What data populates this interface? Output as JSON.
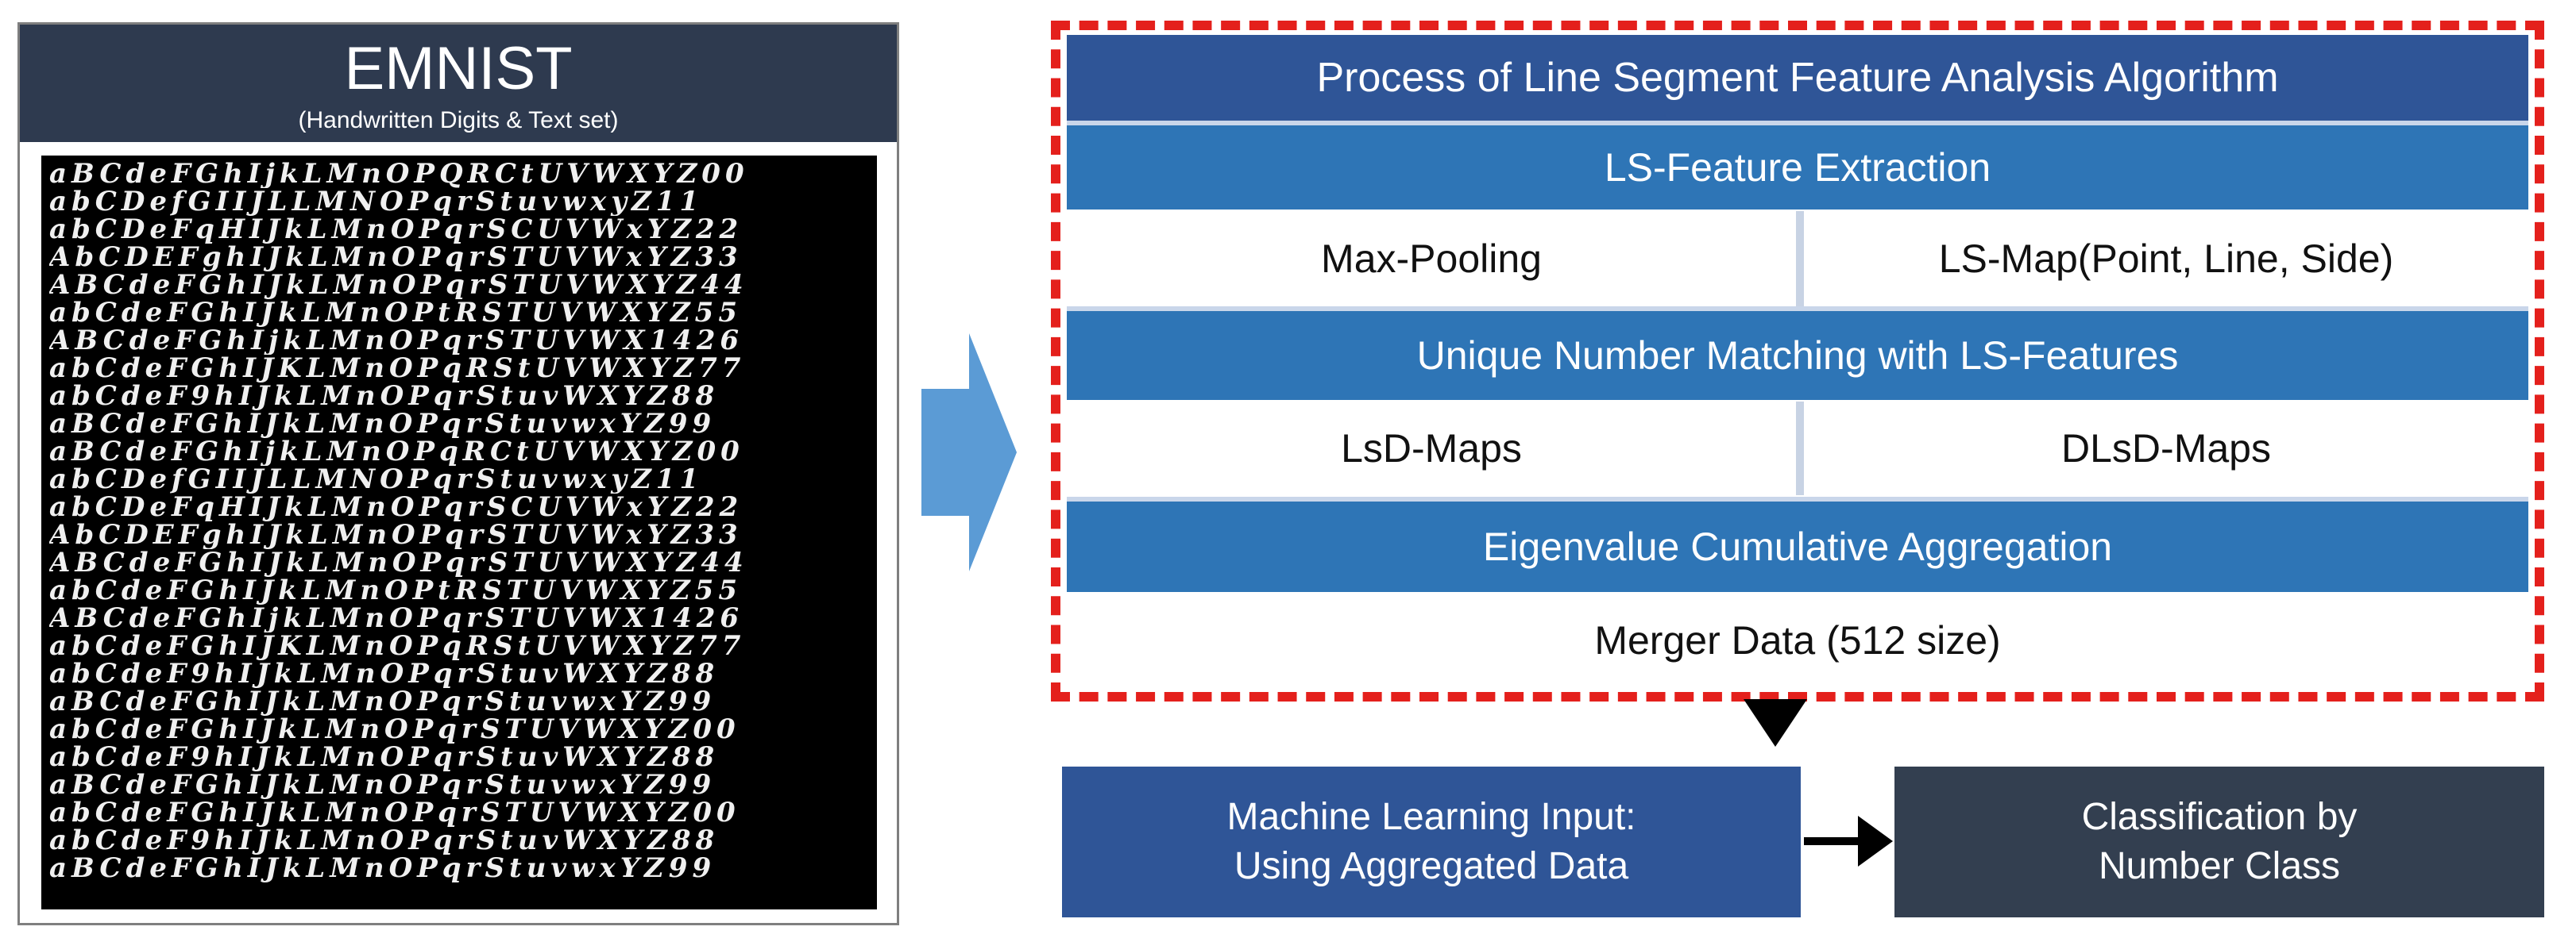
{
  "emnist": {
    "title": "EMNIST",
    "subtitle": "(Handwritten Digits & Text set)",
    "sample_rows": [
      "aBCdeFGhIjkLMnOPQRCtUVWXYZ00",
      "abCDefGIIJLLMNOPqrStuvwxyZ11",
      "abCDeFqHIJkLMnOPqrSCUVWxYZ22",
      "AbCDEFghIJkLMnOPqrSTUVWxYZ33",
      "ABCdeFGhIJkLMnOPqrSTUVWXYZ44",
      "abCdeFGhIJkLMnOPtRSTUVWXYZ55",
      "ABCdeFGhIjkLMnOPqrSTUVWX1426",
      "abCdeFGhIJKLMnOPqRStUVWXYZ77",
      "abCdeF9hIJkLMnOPqrStuvWXYZ88",
      "aBCdeFGhIJkLMnOPqrStuvwxYZ99",
      "aBCdeFGhIjkLMnOPqRCtUVWXYZ00",
      "abCDefGIIJLLMNOPqrStuvwxyZ11",
      "abCDeFqHIJkLMnOPqrSCUVWxYZ22",
      "AbCDEFghIJkLMnOPqrSTUVWxYZ33",
      "ABCdeFGhIJkLMnOPqrSTUVWXYZ44",
      "abCdeFGhIJkLMnOPtRSTUVWXYZ55",
      "ABCdeFGhIjkLMnOPqrSTUVWX1426",
      "abCdeFGhIJKLMnOPqRStUVWXYZ77",
      "abCdeF9hIJkLMnOPqrStuvWXYZ88",
      "aBCdeFGhIJkLMnOPqrStuvwxYZ99",
      "abCdeFGhIJkLMnOPqrSTUVWXYZ00",
      "abCdeF9hIJkLMnOPqrStuvWXYZ88",
      "aBCdeFGhIJkLMnOPqrStuvwxYZ99",
      "abCdeFGhIJkLMnOPqrSTUVWXYZ00",
      "abCdeF9hIJkLMnOPqrStuvWXYZ88",
      "aBCdeFGhIJkLMnOPqrStuvwxYZ99"
    ]
  },
  "process": {
    "title": "Process of Line Segment Feature Analysis Algorithm",
    "extraction": "LS-Feature Extraction",
    "max_pooling": "Max-Pooling",
    "ls_map": "LS-Map(Point, Line, Side)",
    "unique_matching": "Unique Number Matching with LS-Features",
    "lsd_maps": "LsD-Maps",
    "dlsd_maps": "DLsD-Maps",
    "eigenvalue": "Eigenvalue Cumulative Aggregation",
    "merger": "Merger Data (512 size)"
  },
  "output": {
    "ml_input_line1": "Machine Learning Input:",
    "ml_input_line2": "Using Aggregated Data",
    "classification_line1": "Classification by",
    "classification_line2": "Number Class"
  },
  "colors": {
    "frame_dashed": "#e4201c",
    "bar_dark": "#2f5597",
    "bar_mid": "#2e75b6",
    "header_dark": "#2e3a4f",
    "classification_box": "#333f50",
    "arrow_blue": "#5b9bd5"
  }
}
